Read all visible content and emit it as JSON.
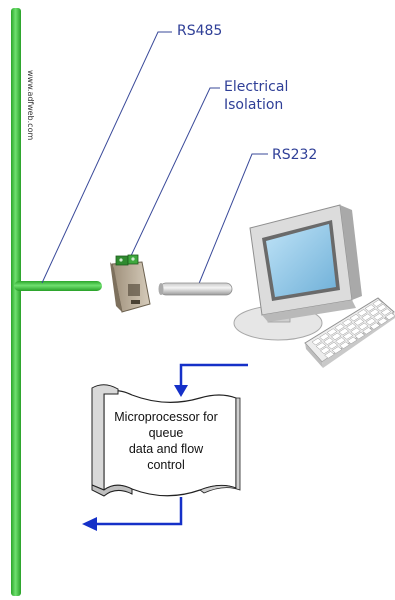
{
  "watermark": "www.adfweb.com",
  "labels": {
    "rs485": "RS485",
    "isolation_line1": "Electrical",
    "isolation_line2": "Isolation",
    "rs232": "RS232"
  },
  "processor": {
    "line1": "Microprocessor for",
    "line2": "queue",
    "line3": "data and flow",
    "line4": "control"
  },
  "colors": {
    "bus": "#3ec83e",
    "label_text": "#2f3f97",
    "leader_line": "#3a4a9a",
    "flow_arrow": "#1530c8"
  },
  "icons": {
    "isolator": "din-rail-module-icon",
    "cable": "serial-cable-icon",
    "monitor": "crt-monitor-icon",
    "keyboard": "keyboard-icon"
  }
}
